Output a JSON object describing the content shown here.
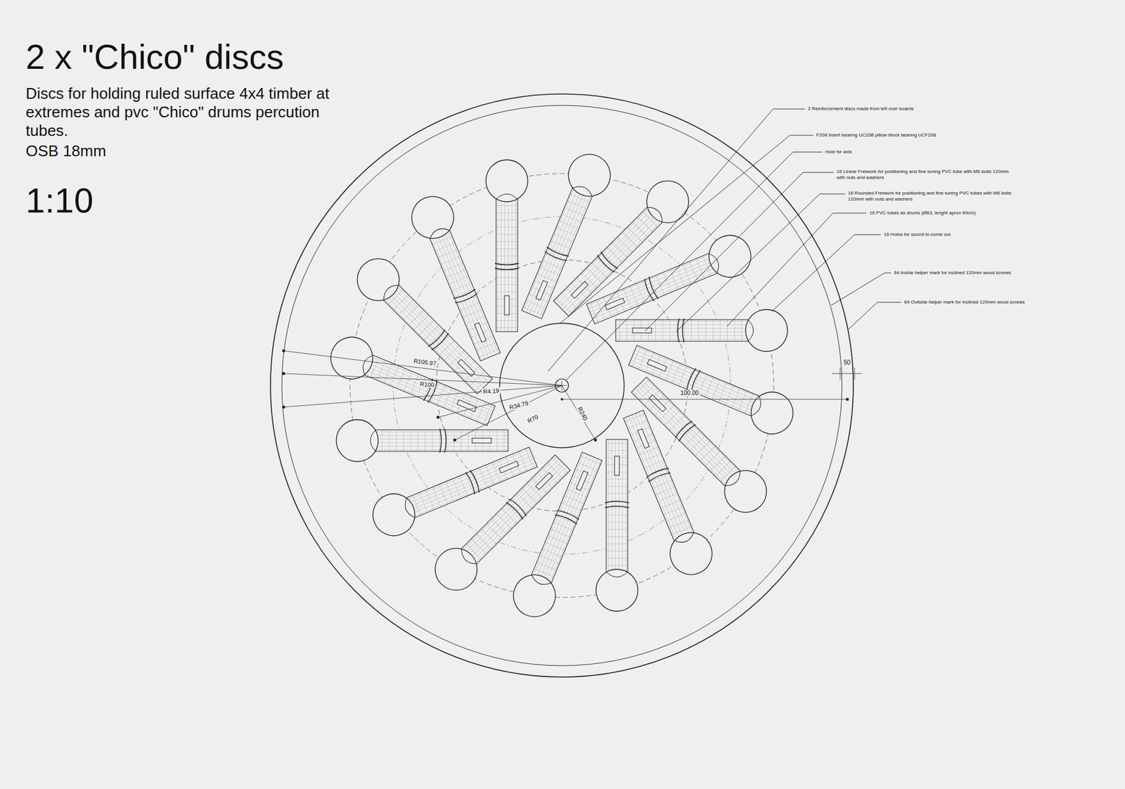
{
  "diagram": {
    "title": "2 x \"Chico\" discs",
    "labels": [
      "Discs for holding ruled surface 4x4 timber at extremes and pvc \"Chico\" drums percution tubes.",
      "OSB 18mm",
      "1:10",
      "2 Reinforcement discs made from left over boards",
      "F208 insert bearing UC208 pillow block bearing UCF208",
      "Hole for axis",
      "16 Linear Fretwork for positioning and fine tuning PVC tube with M6 bolts 120mm with nuts and washers",
      "16 Rounded Fretwork for positioning and fine tuning PVC tubes with M6 bolts 120mm with nuts and washers",
      "16 PVC tubes as drums (Ø63, lenght aprox 60cm)",
      "16 Holes for sound to come out",
      "64 Inside helper mark for inclined 120mm wood screws",
      "64 Outside helper mark for inclined 120mm wood screws",
      "R105.97",
      "R100",
      "R4.19",
      "R34.79",
      "R70",
      "R240",
      "100.00",
      "50"
    ]
  }
}
